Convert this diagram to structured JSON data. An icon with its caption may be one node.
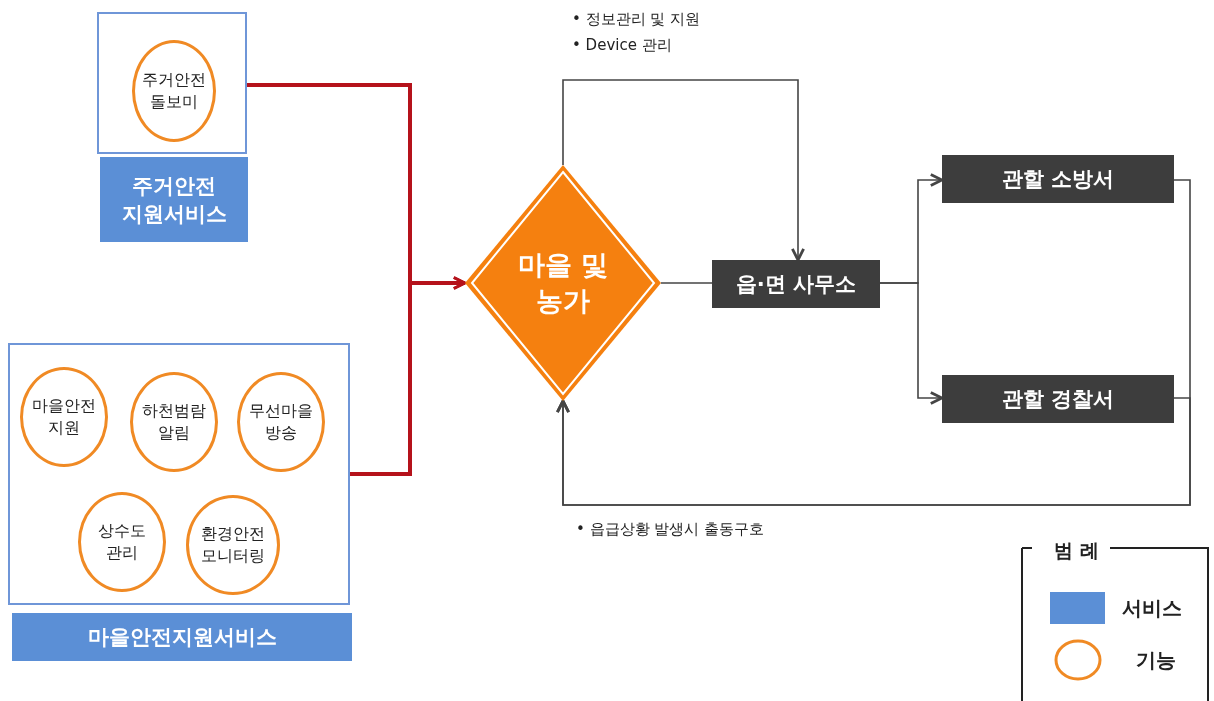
{
  "diagram": {
    "nodes": [
      {
        "text": [],
        "shape": "box"
      },
      {
        "text": [
          "주거안전 돌보미"
        ],
        "in": 0
      },
      {
        "text": [
          "주거안전 지원서비스"
        ]
      },
      {
        "text": [],
        "shape": "box"
      },
      {
        "text": [
          "마을안전 지원"
        ],
        "in": 3
      },
      {
        "text": [
          "하천범람 알림"
        ],
        "in": 3
      },
      {
        "text": [
          "무선마을 방송"
        ],
        "in": 3
      },
      {
        "text": [
          "상수도 관리"
        ],
        "in": 3
      },
      {
        "text": [
          "환경안전 모니터링"
        ],
        "in": 3
      },
      {
        "text": [
          "마을안전지원서비스"
        ]
      },
      {
        "text": [
          "마을 및 농가"
        ]
      },
      {
        "text": [
          "읍·면 사무소"
        ]
      },
      {
        "text": [
          "관할 소방서"
        ]
      },
      {
        "text": [
          "관할 경찰서"
        ]
      }
    ],
    "edges": [
      {
        "from": 0,
        "to": 10,
        "arrow": "to",
        "style": "thick",
        "color": "#b5121b"
      },
      {
        "from": 3,
        "to": 10,
        "arrow": "to",
        "style": "thick",
        "color": "#b5121b"
      },
      {
        "from": 10,
        "to": 11,
        "arrow": "none"
      },
      {
        "from": 10,
        "to": 11,
        "arrow": "to"
      },
      {
        "from": 11,
        "to": 12,
        "arrow": "to"
      },
      {
        "from": 11,
        "to": 13,
        "arrow": "to"
      },
      {
        "from": 12,
        "to": 10,
        "arrow": "to"
      },
      {
        "from": 13,
        "to": 10,
        "arrow": "to"
      }
    ],
    "labels": [
      "• 정보관리 및 지원",
      "• Device 관리",
      "• 읍급상황 발생시 출동구호",
      "범 례"
    ],
    "legend": [
      {
        "text": "서비스",
        "color": "#5b8fd6"
      },
      {
        "text": "기능"
      }
    ]
  }
}
